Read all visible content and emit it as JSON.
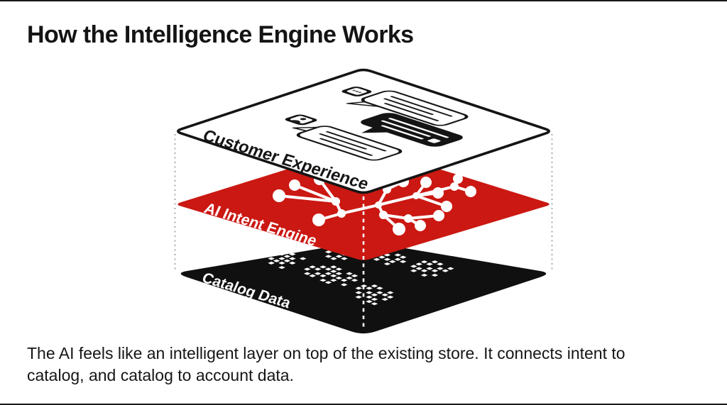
{
  "header": {
    "title": "How the Intelligence Engine Works"
  },
  "diagram": {
    "name": "intelligence-engine-layer-stack",
    "layers": [
      {
        "label": "Customer Experience",
        "fill": "#ffffff",
        "label_color": "#151515",
        "icon": "chat-conversation"
      },
      {
        "label": "AI Intent Engine",
        "fill": "#cb1812",
        "label_color": "#ffffff",
        "icon": "network-graph"
      },
      {
        "label": "Catalog Data",
        "fill": "#101010",
        "label_color": "#ffffff",
        "icon": "data-grid"
      }
    ],
    "guide_color": "#9a9a9a",
    "axis_dash_color": "#ffffff",
    "outline_color": "#141414"
  },
  "caption": {
    "text": "The AI feels like an intelligent layer on top of the existing store. It connects intent to catalog, and catalog to account data."
  }
}
